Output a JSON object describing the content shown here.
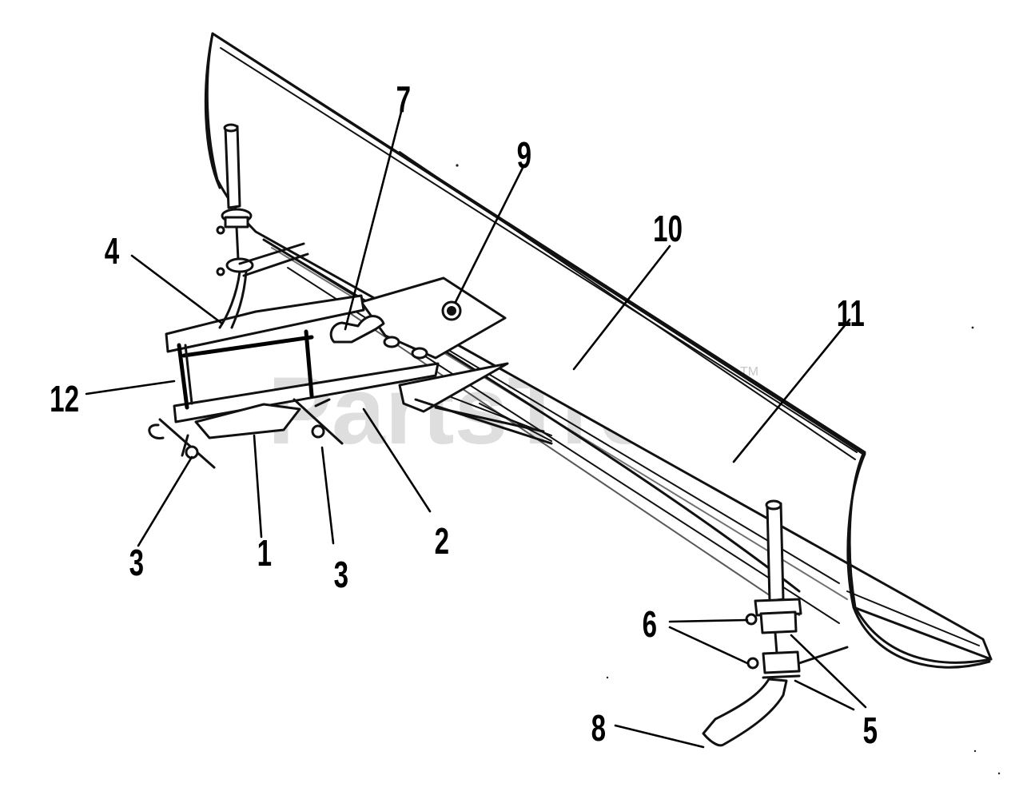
{
  "watermark": {
    "text": "PartsTree",
    "trademark": "TM"
  },
  "callouts": [
    {
      "id": "c1",
      "label": "1"
    },
    {
      "id": "c2",
      "label": "2"
    },
    {
      "id": "c3a",
      "label": "3"
    },
    {
      "id": "c3b",
      "label": "3"
    },
    {
      "id": "c4",
      "label": "4"
    },
    {
      "id": "c5",
      "label": "5"
    },
    {
      "id": "c6",
      "label": "6"
    },
    {
      "id": "c7",
      "label": "7"
    },
    {
      "id": "c8",
      "label": "8"
    },
    {
      "id": "c9",
      "label": "9"
    },
    {
      "id": "c10",
      "label": "10"
    },
    {
      "id": "c11",
      "label": "11"
    },
    {
      "id": "c12",
      "label": "12"
    }
  ]
}
